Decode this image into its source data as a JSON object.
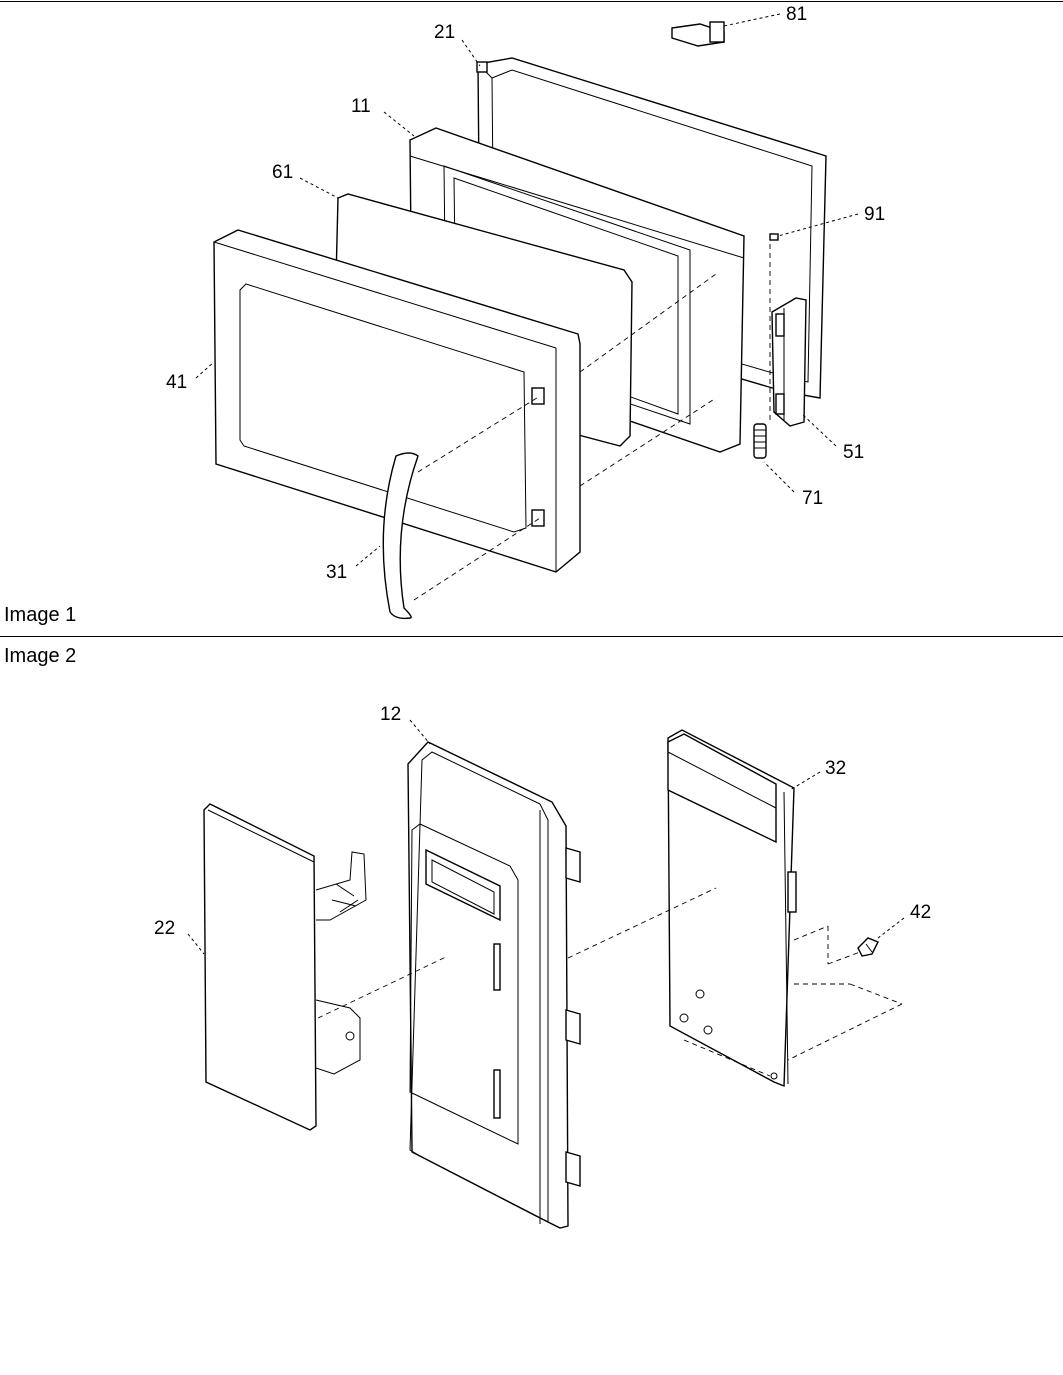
{
  "captions": {
    "image1": "Image 1",
    "image2": "Image 2"
  },
  "image1_callouts": [
    "21",
    "81",
    "11",
    "61",
    "91",
    "41",
    "51",
    "71",
    "31"
  ],
  "image2_callouts": [
    "12",
    "32",
    "22",
    "42"
  ]
}
